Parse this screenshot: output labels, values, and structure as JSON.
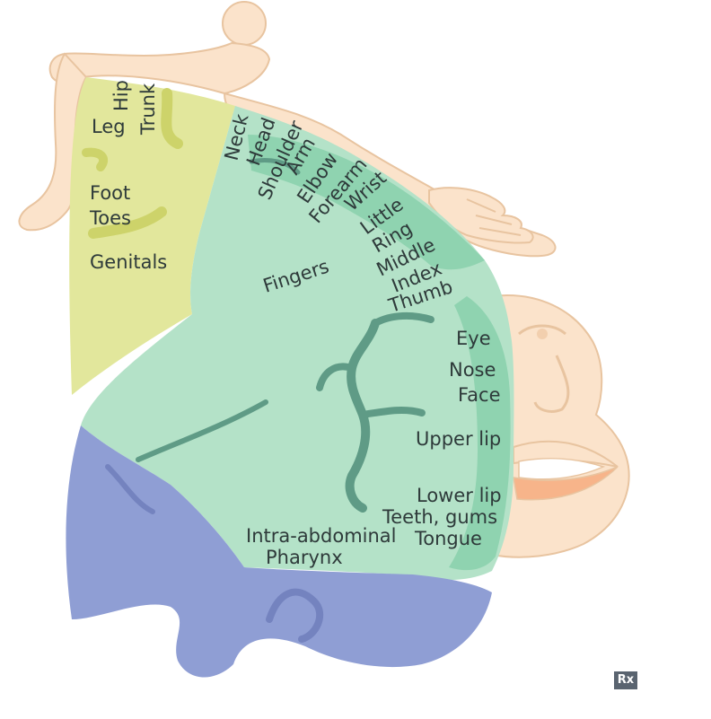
{
  "diagram": {
    "labels": {
      "leg": "Leg",
      "hip": "Hip",
      "trunk": "Trunk",
      "neck": "Neck",
      "head": "Head",
      "shoulder": "Shoulder",
      "arm": "Arm",
      "elbow": "Elbow",
      "forearm": "Forearm",
      "wrist": "Wrist",
      "little": "Little",
      "ring": "Ring",
      "middle": "Middle",
      "index": "Index",
      "thumb": "Thumb",
      "fingers": "Fingers",
      "foot": "Foot",
      "toes": "Toes",
      "genitals": "Genitals",
      "eye": "Eye",
      "nose": "Nose",
      "face": "Face",
      "upper_lip": "Upper lip",
      "lower_lip": "Lower lip",
      "teeth_gums": "Teeth, gums",
      "tongue": "Tongue",
      "intra_abdominal": "Intra-abdominal",
      "pharynx": "Pharynx"
    },
    "badge": "Rx"
  },
  "colors": {
    "skin": "#fbe3cb",
    "skin_outline": "#e8c4a0",
    "yellow_region": "#e2e79c",
    "yellow_sulcus": "#cdd36a",
    "green_region": "#b4e2c8",
    "green_dark": "#8fd3b0",
    "sulcus": "#5f9b86",
    "blue_region": "#8f9ed4",
    "blue_dark": "#7483bf",
    "lip": "#f7b48a",
    "text": "#2e3a3a"
  }
}
